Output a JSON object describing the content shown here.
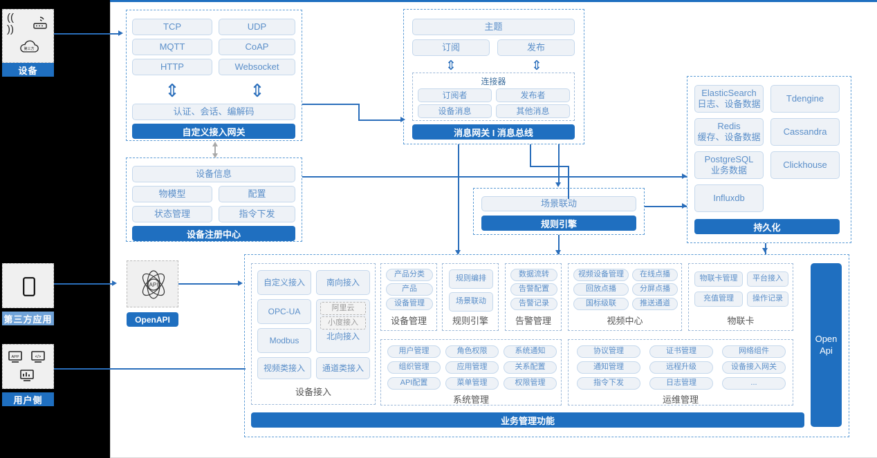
{
  "meta": {
    "title": "IoT Platform Architecture Diagram"
  },
  "actors": [
    {
      "name": "device",
      "label": "设备",
      "icons": [
        "signal-icon",
        "router-icon",
        "cloud-icon"
      ]
    },
    {
      "name": "third-party-app",
      "label": "第三方应用",
      "icons": [
        "mobile-icon"
      ]
    },
    {
      "name": "user-side",
      "label": "用户侧",
      "icons": [
        "app-screen-icon",
        "code-screen-icon",
        "chart-screen-icon"
      ]
    }
  ],
  "gateway": {
    "protocols": [
      "TCP",
      "UDP",
      "MQTT",
      "CoAP",
      "HTTP",
      "Websocket"
    ],
    "middle": "认证、会话、编解码",
    "bar": "自定义接入网关"
  },
  "message_bus": {
    "topic": "主题",
    "sub": "订阅",
    "pub": "发布",
    "connector_title": "连接器",
    "connector_items": [
      "订阅者",
      "发布者",
      "设备消息",
      "其他消息"
    ],
    "bar": "消息网关 I 消息总线"
  },
  "registry": {
    "head": "设备信息",
    "items": [
      "物模型",
      "配置",
      "状态管理",
      "指令下发"
    ],
    "bar": "设备注册中心"
  },
  "rule": {
    "item": "场景联动",
    "bar": "规则引擎"
  },
  "persistence": {
    "left": [
      {
        "name": "ElasticSearch",
        "desc": "日志、设备数据"
      },
      {
        "name": "Redis",
        "desc": "缓存、设备数据"
      },
      {
        "name": "PostgreSQL",
        "desc": "业务数据"
      },
      {
        "name": "Influxdb",
        "desc": ""
      }
    ],
    "right": [
      "Tdengine",
      "Cassandra",
      "Clickhouse"
    ],
    "bar": "持久化"
  },
  "openapi": {
    "icon": "api-atom-icon",
    "label": "OpenAPI",
    "vertical_label_line1": "Open",
    "vertical_label_line2": "Api"
  },
  "business": {
    "bar": "业务管理功能",
    "columns": [
      {
        "name": "device-access",
        "caption": "设备接入",
        "rows": [
          [
            "自定义接入",
            "南向接入"
          ]
        ],
        "left_stack": [
          "OPC-UA",
          "Modbus"
        ],
        "right_dashed": [
          "阿里云",
          "小度接入"
        ],
        "right_label": "北向接入",
        "bottom": [
          "视频类接入",
          "通道类接入"
        ]
      },
      {
        "name": "device-management",
        "caption": "设备管理",
        "items": [
          "产品分类",
          "产品",
          "设备管理"
        ]
      },
      {
        "name": "rule-engine",
        "caption": "规则引擎",
        "items": [
          "规则编排",
          "场景联动"
        ]
      },
      {
        "name": "alarm-management",
        "caption": "告警管理",
        "items": [
          "数据流转",
          "告警配置",
          "告警记录"
        ]
      },
      {
        "name": "video-center",
        "caption": "视频中心",
        "items": [
          "视频设备管理",
          "在线点播",
          "回放点播",
          "分屏点播",
          "国标级联",
          "推送通道"
        ]
      },
      {
        "name": "iot-card",
        "caption": "物联卡",
        "items": [
          "物联卡管理",
          "平台接入",
          "充值管理",
          "操作记录"
        ]
      },
      {
        "name": "system-management",
        "caption": "系统管理",
        "items": [
          "用户管理",
          "角色权限",
          "系统通知",
          "组织管理",
          "应用管理",
          "关系配置",
          "API配置",
          "菜单管理",
          "权限管理"
        ]
      },
      {
        "name": "ops-management",
        "caption": "运维管理",
        "items": [
          "协议管理",
          "证书管理",
          "网络组件",
          "通知管理",
          "远程升级",
          "设备接入网关",
          "指令下发",
          "日志管理",
          "..."
        ]
      }
    ]
  },
  "colors": {
    "brand_blue": "#1f6fc0",
    "chip_bg": "#eef2f7",
    "chip_border": "#c5d8ec",
    "chip_text": "#5b8fc9",
    "dashed_blue": "#5b9bd5",
    "muted_blue": "#6fa2d8"
  }
}
